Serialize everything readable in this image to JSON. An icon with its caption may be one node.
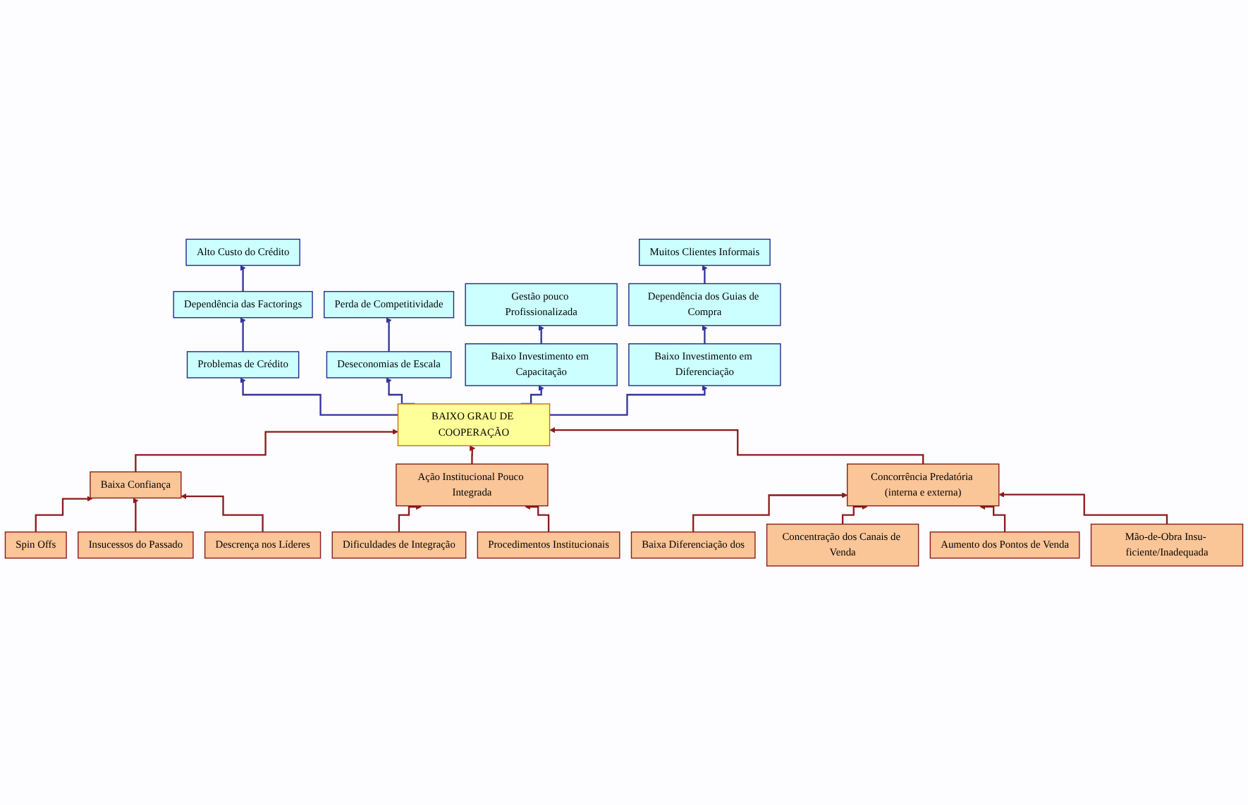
{
  "diagram": {
    "nodes": [
      {
        "text": [
          "Alto Custo do Crédito"
        ]
      },
      {
        "text": [
          "Muitos Clientes Informais"
        ]
      },
      {
        "text": [
          "Dependência das Factorings"
        ]
      },
      {
        "text": [
          "Perda de Competitividade"
        ]
      },
      {
        "text": [
          "Gestão pouco Profissionalizada"
        ]
      },
      {
        "text": [
          "Dependência dos Guias de Compra"
        ]
      },
      {
        "text": [
          "Problemas de Crédito"
        ]
      },
      {
        "text": [
          "Deseconomias de Escala"
        ]
      },
      {
        "text": [
          "Baixo Investimento em Capacitação"
        ]
      },
      {
        "text": [
          "Baixo Investimento em Diferenciação"
        ]
      },
      {
        "text": [
          "BAIXO GRAU DE COOPERAÇÃO"
        ]
      },
      {
        "text": [
          "Baixa Confiança"
        ]
      },
      {
        "text": [
          "Ação Institucional Pouco Integrada"
        ]
      },
      {
        "text": [
          "Concorrência Predatória (interna e externa)"
        ]
      },
      {
        "text": [
          "Spin Offs"
        ]
      },
      {
        "text": [
          "Dificuldades de Integração"
        ]
      },
      {
        "text": [
          "Baixa Diferenciação dos"
        ]
      },
      {
        "text": [
          "Concentração dos Canais de Venda"
        ]
      },
      {
        "text": [
          "Insucessos do Passado"
        ]
      },
      {
        "text": [
          "Procedimentos Institucionais"
        ]
      },
      {
        "text": [
          "Aumento dos Pontos de Venda"
        ]
      },
      {
        "text": [
          "Mão-de-Obra Insu- ficiente/Inadequada"
        ]
      },
      {
        "text": [
          "Descrença nos Líderes"
        ]
      }
    ],
    "edges": [
      {
        "from": 10,
        "to": 6,
        "arrow": "to",
        "color": "#333399"
      },
      {
        "from": 10,
        "to": 7,
        "arrow": "to",
        "color": "#333399"
      },
      {
        "from": 10,
        "to": 8,
        "arrow": "to",
        "color": "#333399"
      },
      {
        "from": 10,
        "to": 9,
        "arrow": "to",
        "color": "#333399"
      },
      {
        "from": 6,
        "to": 2,
        "arrow": "to",
        "color": "#333399"
      },
      {
        "from": 2,
        "to": 0,
        "arrow": "to",
        "color": "#333399"
      },
      {
        "from": 7,
        "to": 3,
        "arrow": "to",
        "color": "#333399"
      },
      {
        "from": 8,
        "to": 4,
        "arrow": "to",
        "color": "#333399"
      },
      {
        "from": 9,
        "to": 5,
        "arrow": "to",
        "color": "#333399"
      },
      {
        "from": 5,
        "to": 1,
        "arrow": "to",
        "color": "#333399"
      },
      {
        "from": 11,
        "to": 10,
        "arrow": "to"
      },
      {
        "from": 12,
        "to": 10,
        "arrow": "to"
      },
      {
        "from": 13,
        "to": 10,
        "arrow": "to"
      },
      {
        "from": 14,
        "to": 11,
        "arrow": "to"
      },
      {
        "from": 18,
        "to": 11,
        "arrow": "to"
      },
      {
        "from": 22,
        "to": 11,
        "arrow": "to"
      },
      {
        "from": 15,
        "to": 12,
        "arrow": "to"
      },
      {
        "from": 19,
        "to": 12,
        "arrow": "to"
      },
      {
        "from": 16,
        "to": 13,
        "arrow": "to"
      },
      {
        "from": 17,
        "to": 13,
        "arrow": "to"
      },
      {
        "from": 20,
        "to": 13,
        "arrow": "to"
      },
      {
        "from": 21,
        "to": 13,
        "arrow": "to"
      }
    ]
  }
}
